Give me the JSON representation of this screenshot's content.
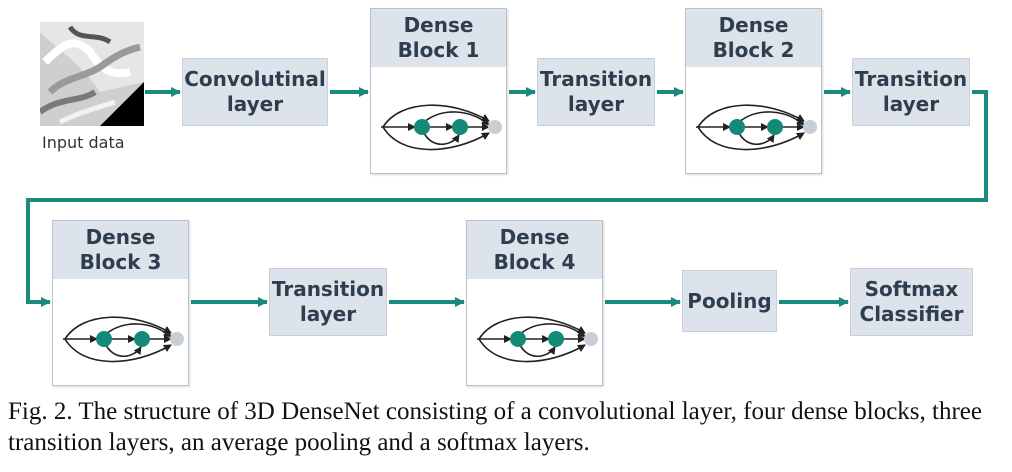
{
  "input": {
    "label": "Input data"
  },
  "nodes": {
    "conv": "Convolutinal\nlayer",
    "dense1": "Dense\nBlock 1",
    "trans1": "Transition\nlayer",
    "dense2": "Dense\nBlock 2",
    "trans2": "Transition\nlayer",
    "dense3": "Dense\nBlock 3",
    "trans3": "Transition\nlayer",
    "dense4": "Dense\nBlock 4",
    "pool": "Pooling",
    "softmax": "Softmax\nClassifier"
  },
  "caption": "Fig. 2. The structure of 3D DenseNet consisting of a convolutional layer, four dense blocks, three transition layers, an average pooling and a softmax layers.",
  "colors": {
    "arrow": "#1a8a7e",
    "node": "#138a78",
    "box": "#dde3ea",
    "text": "#2f3e4e"
  }
}
